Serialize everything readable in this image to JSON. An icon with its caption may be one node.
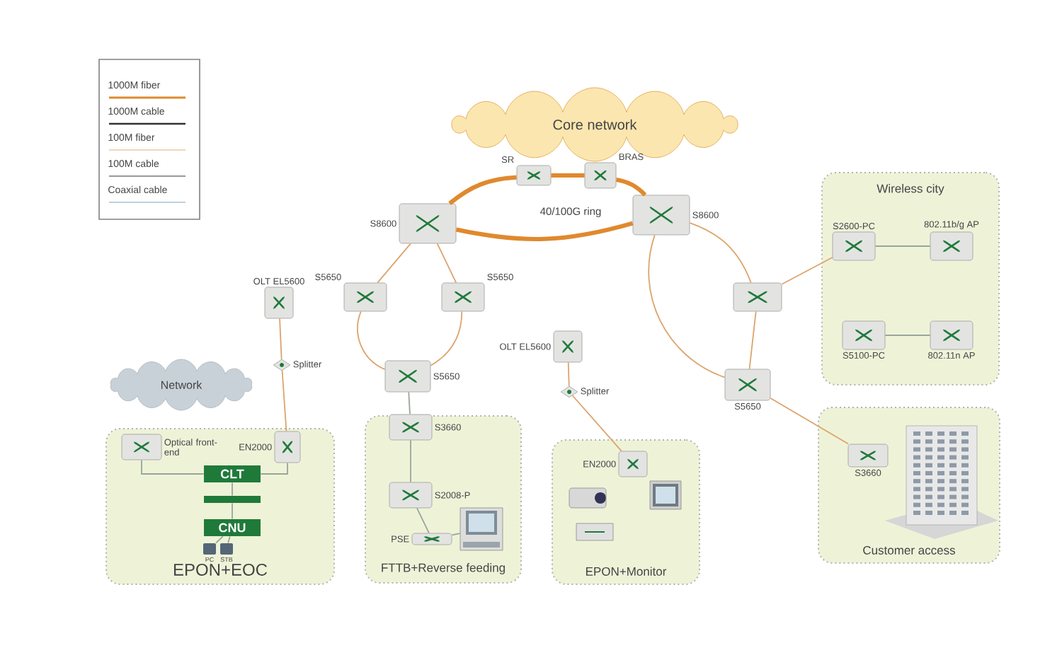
{
  "diagram": {
    "nodes": [
      {
        "text": [
          "Core network"
        ]
      },
      {
        "text": [
          "SR"
        ]
      },
      {
        "text": [
          "BRAS"
        ]
      },
      {
        "text": [
          "S8600"
        ]
      },
      {
        "text": [
          "S8600"
        ]
      },
      {
        "text": [
          "OLT EL5600"
        ]
      },
      {
        "text": [
          "S5650"
        ]
      },
      {
        "text": [
          "S5650"
        ]
      },
      {
        "text": [
          "Splitter"
        ]
      },
      {
        "text": [
          "S5650"
        ]
      },
      {
        "text": [
          "Network"
        ]
      },
      {
        "text": [
          "EPON+EOC"
        ]
      },
      {
        "text": [
          "Optical front-end"
        ],
        "in": 11
      },
      {
        "text": [
          "EN2000"
        ],
        "in": 11
      },
      {
        "text": [
          "CLT"
        ],
        "in": 11
      },
      {
        "text": [],
        "shape": "bar",
        "in": 11
      },
      {
        "text": [
          "CNU"
        ],
        "in": 11
      },
      {
        "text": [
          "PC"
        ],
        "in": 11
      },
      {
        "text": [
          "STB"
        ],
        "in": 11
      },
      {
        "text": [
          "FTTB+Reverse feeding"
        ]
      },
      {
        "text": [
          "S3660"
        ],
        "in": 19
      },
      {
        "text": [
          "S2008-P"
        ],
        "in": 19
      },
      {
        "text": [
          "PSE"
        ],
        "in": 19
      },
      {
        "text": [],
        "shape": "picture",
        "in": 19
      },
      {
        "text": [
          "OLT EL5600"
        ]
      },
      {
        "text": [
          "Splitter"
        ]
      },
      {
        "text": [
          "EPON+Monitor"
        ]
      },
      {
        "text": [
          "EN2000"
        ],
        "in": 26
      },
      {
        "text": [],
        "shape": "picture",
        "in": 26
      },
      {
        "text": [],
        "shape": "picture",
        "in": 26
      },
      {
        "text": [],
        "shape": "picture",
        "in": 26
      },
      {
        "text": [],
        "shape": "box"
      },
      {
        "text": [
          "S5650"
        ]
      },
      {
        "text": [
          "Wireless city"
        ]
      },
      {
        "text": [
          "S2600-PC"
        ],
        "in": 33
      },
      {
        "text": [
          "802.11b/g AP"
        ],
        "in": 33
      },
      {
        "text": [
          "S5100-PC"
        ],
        "in": 33
      },
      {
        "text": [
          "802.11n AP"
        ],
        "in": 33
      },
      {
        "text": [
          "Customer access"
        ]
      },
      {
        "text": [
          "S3660"
        ],
        "in": 38
      },
      {
        "text": [],
        "shape": "picture",
        "in": 38
      }
    ],
    "edges": [
      {
        "from": 3,
        "to": 1,
        "arrow": "none",
        "style": "thick",
        "color": "#e0892e"
      },
      {
        "from": 1,
        "to": 2,
        "arrow": "none",
        "style": "thick",
        "color": "#e0892e"
      },
      {
        "from": 2,
        "to": 4,
        "arrow": "none",
        "style": "thick",
        "color": "#e0892e"
      },
      {
        "from": 3,
        "to": 4,
        "arrow": "none",
        "style": "thick",
        "color": "#e0892e"
      },
      {
        "from": 3,
        "to": 6,
        "arrow": "none"
      },
      {
        "from": 3,
        "to": 7,
        "arrow": "none"
      },
      {
        "from": 6,
        "to": 9,
        "arrow": "none"
      },
      {
        "from": 7,
        "to": 9,
        "arrow": "none"
      },
      {
        "from": 5,
        "to": 8,
        "arrow": "none"
      },
      {
        "from": 8,
        "to": 13,
        "arrow": "none"
      },
      {
        "from": 12,
        "to": 14,
        "arrow": "none",
        "color": "#9aa59a"
      },
      {
        "from": 13,
        "to": 14,
        "arrow": "none",
        "color": "#9aa59a"
      },
      {
        "from": 14,
        "to": 15,
        "arrow": "none",
        "color": "#9aa59a"
      },
      {
        "from": 15,
        "to": 16,
        "arrow": "none",
        "color": "#9aa59a"
      },
      {
        "from": 16,
        "to": 17,
        "arrow": "none",
        "color": "#9aa59a"
      },
      {
        "from": 16,
        "to": 18,
        "arrow": "none",
        "color": "#9aa59a"
      },
      {
        "from": 9,
        "to": 20,
        "arrow": "none",
        "color": "#9aa59a"
      },
      {
        "from": 20,
        "to": 21,
        "arrow": "none",
        "color": "#9aa59a"
      },
      {
        "from": 21,
        "to": 22,
        "arrow": "none",
        "color": "#9aa59a"
      },
      {
        "from": 22,
        "to": 23,
        "arrow": "none",
        "color": "#9aa59a"
      },
      {
        "from": 24,
        "to": 25,
        "arrow": "none"
      },
      {
        "from": 25,
        "to": 27,
        "arrow": "none"
      },
      {
        "from": 4,
        "to": 31,
        "arrow": "none"
      },
      {
        "from": 4,
        "to": 32,
        "arrow": "none"
      },
      {
        "from": 31,
        "to": 32,
        "arrow": "none"
      },
      {
        "from": 31,
        "to": 34,
        "arrow": "none"
      },
      {
        "from": 34,
        "to": 35,
        "arrow": "none",
        "color": "#9aa59a"
      },
      {
        "from": 36,
        "to": 37,
        "arrow": "none",
        "color": "#9aa59a"
      },
      {
        "from": 32,
        "to": 39,
        "arrow": "none"
      }
    ],
    "labels": [
      "40/100G ring"
    ],
    "legend": [
      {
        "text": "1000M fiber"
      },
      {
        "text": "1000M cable"
      },
      {
        "text": "100M fiber"
      },
      {
        "text": "100M cable"
      },
      {
        "text": "Coaxial cable"
      }
    ]
  }
}
